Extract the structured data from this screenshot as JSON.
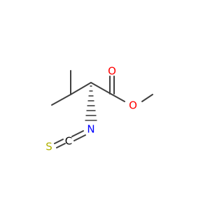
{
  "atoms": {
    "carbonyl_oxygen": {
      "symbol": "O",
      "color": "#ff0000"
    },
    "ester_oxygen": {
      "symbol": "O",
      "color": "#ff0000"
    },
    "nitrogen": {
      "symbol": "N",
      "color": "#0000ff"
    },
    "carbon": {
      "symbol": "C",
      "color": "#000000"
    },
    "sulfur": {
      "symbol": "S",
      "color": "#b2b200"
    }
  },
  "colors": {
    "bond": "#404040",
    "background": "#ffffff"
  }
}
